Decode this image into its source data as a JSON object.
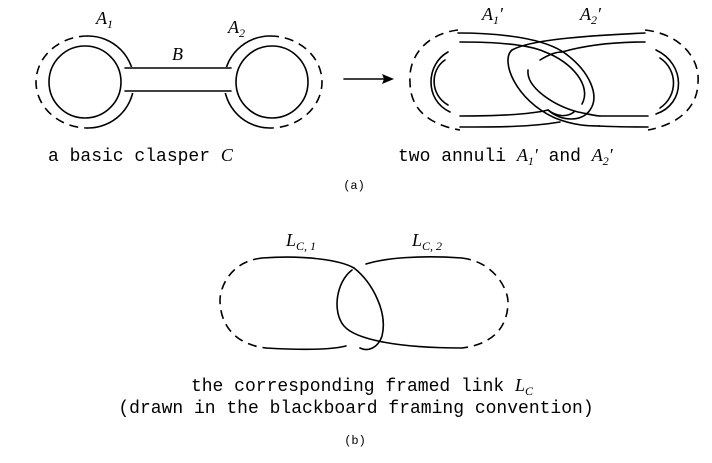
{
  "panel_a": {
    "label": "(a)",
    "left": {
      "labels": {
        "a1": "A",
        "a1_sub": "1",
        "a2": "A",
        "a2_sub": "2",
        "b": "B"
      },
      "caption_text": "a basic clasper ",
      "caption_symbol": "C"
    },
    "right": {
      "labels": {
        "a1": "A",
        "a1_sub": "1",
        "a1_prime": "′",
        "a2": "A",
        "a2_sub": "2",
        "a2_prime": "′"
      },
      "caption_text1": "two annuli ",
      "caption_sym1": "A",
      "caption_sub1": "1",
      "caption_prime1": "′",
      "caption_text2": " and ",
      "caption_sym2": "A",
      "caption_sub2": "2",
      "caption_prime2": "′"
    }
  },
  "panel_b": {
    "label": "(b)",
    "labels": {
      "l1": "L",
      "l1_sub": "C, 1",
      "l2": "L",
      "l2_sub": "C, 2"
    },
    "caption_line1_text": "the corresponding framed link ",
    "caption_line1_symbol": "L",
    "caption_line1_sub": "C",
    "caption_line2": "(drawn in the blackboard framing convention)"
  }
}
